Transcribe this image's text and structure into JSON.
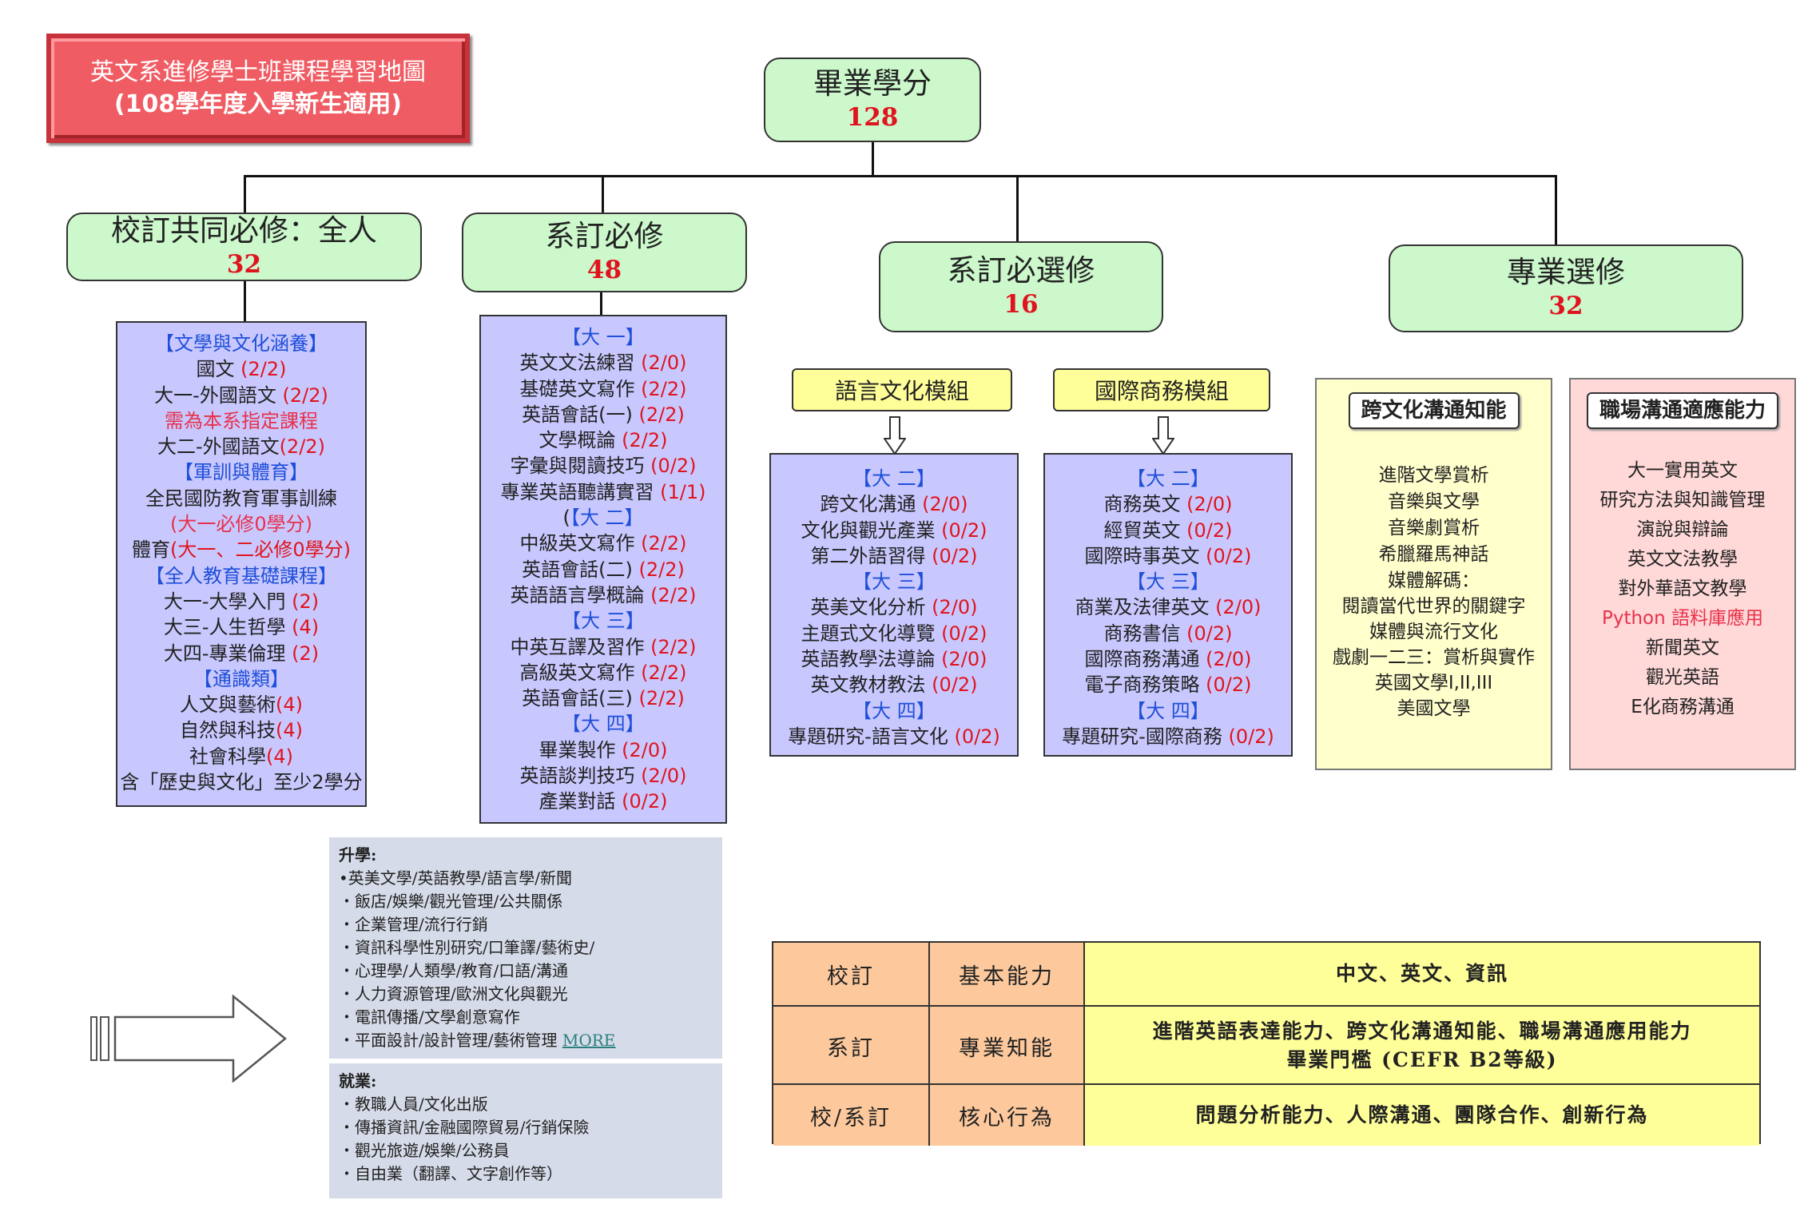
{
  "title": {
    "line1": "英文系進修學士班課程學習地圖",
    "line2": "(108學年度入學新生適用)"
  },
  "root": {
    "label": "畢業學分",
    "credits": "128"
  },
  "categories": [
    {
      "label": "校訂共同必修：全人",
      "credits": "32"
    },
    {
      "label": "系訂必修",
      "credits": "48"
    },
    {
      "label": "系訂必選修",
      "credits": "16"
    },
    {
      "label": "專業選修",
      "credits": "32"
    }
  ],
  "common_required": {
    "items": [
      {
        "t": "【文學與文化涵養】",
        "c": "blue"
      },
      {
        "t": "國文",
        "s": " (2/2)"
      },
      {
        "t": "大一-外國語文",
        "s": " (2/2)"
      },
      {
        "t": "需為本系指定課程",
        "c": "pink"
      },
      {
        "t": "大二-外國語文",
        "s": "(2/2)"
      },
      {
        "t": "【軍訓與體育】",
        "c": "blue"
      },
      {
        "t": "全民國防教育軍事訓練"
      },
      {
        "t": "(大一必修0學分)",
        "c": "pink"
      },
      {
        "t": "體育",
        "s": "(大一、二必修0學分)"
      },
      {
        "t": "【全人教育基礎課程】",
        "c": "blue"
      },
      {
        "t": "大一-大學入門",
        "s": " (2)"
      },
      {
        "t": "大三-人生哲學",
        "s": " (4)"
      },
      {
        "t": "大四-專業倫理",
        "s": " (2)"
      },
      {
        "t": "【通識類】",
        "c": "blue"
      },
      {
        "t": "人文與藝術",
        "s": "(4)"
      },
      {
        "t": "自然與科技",
        "s": "(4)"
      },
      {
        "t": "社會科學",
        "s": "(4)"
      },
      {
        "t": "含「歷史與文化」至少2學分"
      }
    ]
  },
  "dept_required": {
    "items": [
      {
        "t": "【大 一】",
        "c": "blue"
      },
      {
        "t": "英文文法練習",
        "s": " (2/0)"
      },
      {
        "t": "基礎英文寫作",
        "s": " (2/2)"
      },
      {
        "t": "英語會話(一)",
        "s": " (2/2)"
      },
      {
        "t": "文學概論",
        "s": " (2/2)"
      },
      {
        "t": "字彙與閱讀技巧",
        "s": " (0/2)"
      },
      {
        "t": "專業英語聽講實習",
        "s": " (1/1)"
      },
      {
        "t": "(",
        "b": "【大 二】"
      },
      {
        "t": "中級英文寫作",
        "s": " (2/2)"
      },
      {
        "t": "英語會話(二)",
        "s": " (2/2)"
      },
      {
        "t": "英語語言學概論",
        "s": " (2/2)"
      },
      {
        "t": "【大 三】",
        "c": "blue"
      },
      {
        "t": "中英互譯及習作",
        "s": " (2/2)"
      },
      {
        "t": "高級英文寫作",
        "s": " (2/2)"
      },
      {
        "t": "英語會話(三)",
        "s": " (2/2)"
      },
      {
        "t": "【大 四】",
        "c": "blue"
      },
      {
        "t": "畢業製作",
        "s": " (2/0)"
      },
      {
        "t": "英語談判技巧",
        "s": " (2/0)"
      },
      {
        "t": "產業對話",
        "s": " (0/2)"
      }
    ]
  },
  "modules": [
    {
      "label": "語言文化模組",
      "items": [
        {
          "t": "【大 二】",
          "c": "blue"
        },
        {
          "t": "跨文化溝通",
          "s": " (2/0)"
        },
        {
          "t": "文化與觀光產業",
          "s": " (0/2)"
        },
        {
          "t": "第二外語習得",
          "s": " (0/2)"
        },
        {
          "t": "【大 三】",
          "c": "blue"
        },
        {
          "t": "英美文化分析",
          "s": " (2/0)"
        },
        {
          "t": "主題式文化導覽",
          "s": " (0/2)"
        },
        {
          "t": "英語教學法導論",
          "s": " (2/0)"
        },
        {
          "t": "英文教材教法",
          "s": " (0/2)"
        },
        {
          "t": "【大 四】",
          "c": "blue"
        },
        {
          "t": "專題研究-語言文化",
          "s": " (0/2)"
        }
      ]
    },
    {
      "label": "國際商務模組",
      "items": [
        {
          "t": "【大 二】",
          "c": "blue"
        },
        {
          "t": "商務英文",
          "s": " (2/0)"
        },
        {
          "t": "經貿英文",
          "s": " (0/2)"
        },
        {
          "t": "國際時事英文",
          "s": " (0/2)"
        },
        {
          "t": "【大 三】",
          "c": "blue"
        },
        {
          "t": "商業及法律英文",
          "s": " (2/0)"
        },
        {
          "t": "商務書信",
          "s": "  (0/2)"
        },
        {
          "t": "國際商務溝通",
          "s": " (2/0)"
        },
        {
          "t": "電子商務策略",
          "s": " (0/2)"
        },
        {
          "t": "【大 四】",
          "c": "blue"
        },
        {
          "t": "專題研究-國際商務",
          "s": " (0/2)"
        }
      ]
    }
  ],
  "electives": [
    {
      "label": "跨文化溝通知能",
      "items": [
        {
          "t": "進階文學賞析"
        },
        {
          "t": "音樂與文學"
        },
        {
          "t": "音樂劇賞析"
        },
        {
          "t": "希臘羅馬神話"
        },
        {
          "t": "媒體解碼："
        },
        {
          "t": "閱讀當代世界的關鍵字"
        },
        {
          "t": "媒體與流行文化"
        },
        {
          "t": "戲劇一二三：賞析與實作"
        },
        {
          "t": "英國文學I,II,III"
        },
        {
          "t": "美國文學"
        }
      ]
    },
    {
      "label": "職場溝通適應能力",
      "items": [
        {
          "t": "大一實用英文"
        },
        {
          "t": "研究方法與知識管理"
        },
        {
          "t": "演說與辯論"
        },
        {
          "t": "英文文法教學"
        },
        {
          "t": "對外華語文教學"
        },
        {
          "t": "Python 語料庫應用",
          "c": "pink"
        },
        {
          "t": "新聞英文"
        },
        {
          "t": "觀光英語"
        },
        {
          "t": "E化商務溝通"
        }
      ]
    }
  ],
  "future": {
    "study_heading": "升學:",
    "study_items": [
      "•英美文學/英語教學/語言學/新聞",
      "・飯店/娛樂/觀光管理/公共關係",
      "・企業管理/流行行銷",
      "・資訊科學性別研究/口筆譯/藝術史/",
      "・心理學/人類學/教育/口語/溝通",
      "・人力資源管理/歐洲文化與觀光",
      "・電訊傳播/文學創意寫作",
      "・平面設計/設計管理/藝術管理"
    ],
    "more_link": "MORE",
    "job_heading": "就業:",
    "job_items": [
      "・教職人員/文化出版",
      "・傳播資訊/金融國際貿易/行銷保險",
      "・觀光旅遊/娛樂/公務員",
      "・自由業（翻譯、文字創作等）"
    ]
  },
  "abilities": [
    {
      "level": "校訂",
      "type": "基本能力",
      "desc": [
        "中文、英文、資訊"
      ]
    },
    {
      "level": "系訂",
      "type": "專業知能",
      "desc": [
        "進階英語表達能力、跨文化溝通知能、職場溝通應用能力",
        "畢業門檻 (CEFR B2等級)"
      ]
    },
    {
      "level": "校/系訂",
      "type": "核心行為",
      "desc": [
        "問題分析能力、人際溝通、團隊合作、創新行為"
      ]
    }
  ],
  "colors": {
    "title_bg": "#f05c63",
    "node_green": "#ccf8cc",
    "course_lavender": "#c8c8ff",
    "module_yellow": "#ffff99",
    "elective_yellow": "#ffffcc",
    "elective_pink": "#ffd8d8",
    "credit_red": "#e0141e",
    "heading_blue": "#1f4fd8"
  }
}
